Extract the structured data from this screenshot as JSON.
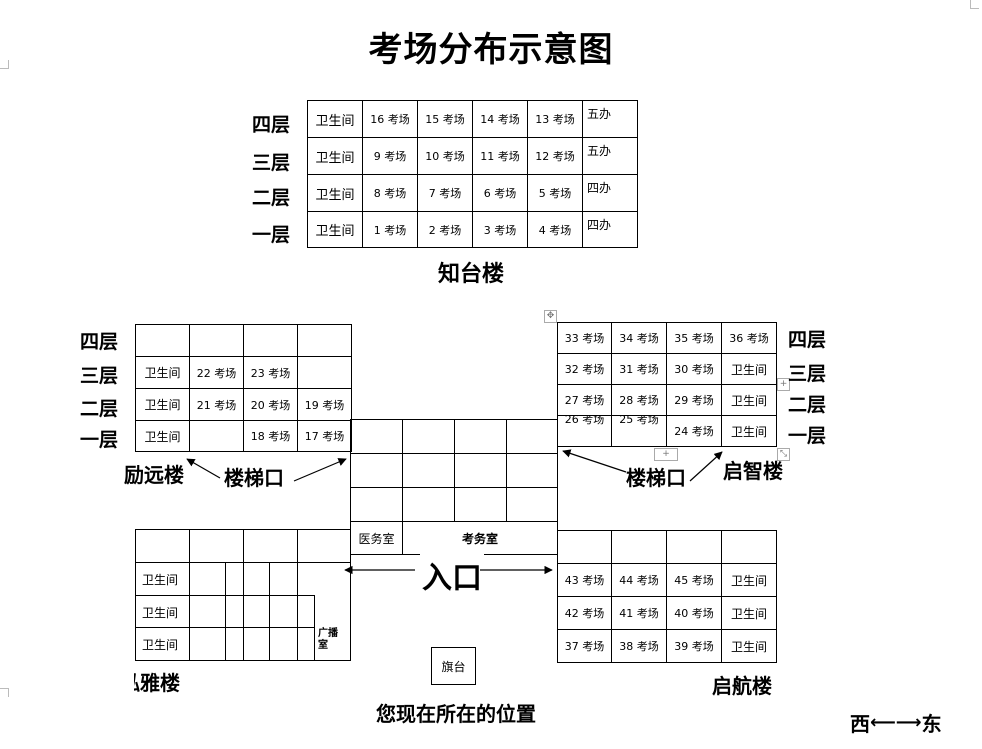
{
  "title": "考场分布示意图",
  "zhitai": {
    "name": "知台楼",
    "floors": [
      "四层",
      "三层",
      "二层",
      "一层"
    ],
    "rows": [
      [
        "卫生间",
        "16 考场",
        "15 考场",
        "14 考场",
        "13 考场",
        "五办"
      ],
      [
        "卫生间",
        "9 考场",
        "10 考场",
        "11 考场",
        "12 考场",
        "五办"
      ],
      [
        "卫生间",
        "8 考场",
        "7 考场",
        "6 考场",
        "5 考场",
        "四办"
      ],
      [
        "卫生间",
        "1 考场",
        "2 考场",
        "3 考场",
        "4 考场",
        "四办"
      ]
    ]
  },
  "liyuan": {
    "name": "励远楼",
    "floors": [
      "四层",
      "三层",
      "二层",
      "一层"
    ],
    "rows": [
      [
        "",
        "",
        "",
        ""
      ],
      [
        "卫生间",
        "22 考场",
        "23 考场",
        ""
      ],
      [
        "卫生间",
        "21 考场",
        "20 考场",
        "19 考场"
      ],
      [
        "卫生间",
        "",
        "18 考场",
        "17 考场"
      ]
    ]
  },
  "qizhi": {
    "name": "启智楼",
    "floors": [
      "四层",
      "三层",
      "二层",
      "一层"
    ],
    "rows": [
      [
        "33 考场",
        "34 考场",
        "35 考场",
        "36 考场"
      ],
      [
        "32 考场",
        "31 考场",
        "30 考场",
        "卫生间"
      ],
      [
        "27 考场",
        "28 考场",
        "29 考场",
        "卫生间"
      ],
      [
        "26 考场",
        "25 考场",
        "24 考场",
        "卫生间"
      ]
    ]
  },
  "center": {
    "infirmary": "医务室",
    "exam_office": "考务室",
    "entrance": "入口"
  },
  "stairs_left": "楼梯口",
  "stairs_right": "楼梯口",
  "hongya": {
    "name": "泓雅楼",
    "washrooms": [
      "卫生间",
      "卫生间",
      "卫生间"
    ],
    "broadcast": "广播室"
  },
  "qihang": {
    "name": "启航楼",
    "rows": [
      [
        "",
        "",
        "",
        ""
      ],
      [
        "43 考场",
        "44 考场",
        "45 考场",
        "卫生间"
      ],
      [
        "42 考场",
        "41 考场",
        "40 考场",
        "卫生间"
      ],
      [
        "37 考场",
        "38 考场",
        "39 考场",
        "卫生间"
      ]
    ]
  },
  "flagpole": "旗台",
  "you_are_here": "您现在所在的位置",
  "compass": {
    "west": "西",
    "east": "东"
  }
}
